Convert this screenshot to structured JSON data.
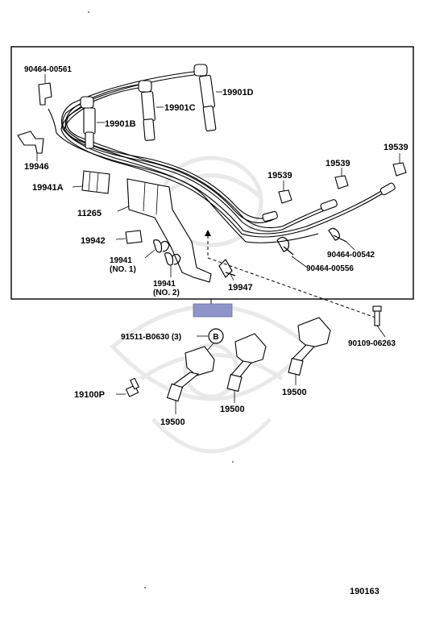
{
  "labels": {
    "p90464_00561": "90464-00561",
    "p19901D": "19901D",
    "p19901C": "19901C",
    "p19901B": "19901B",
    "p19946": "19946",
    "p19941A": "19941A",
    "p11265": "11265",
    "p19942": "19942",
    "p19941_no1": "19941",
    "p19941_no1_sub": "(NO. 1)",
    "p19941_no2": "19941",
    "p19941_no2_sub": "(NO. 2)",
    "p19947": "19947",
    "p19539_a": "19539",
    "p19539_b": "19539",
    "p19539_c": "19539",
    "p90464_00542": "90464-00542",
    "p90464_00556": "90464-00556",
    "p90109_06263": "90109-06263",
    "p91511_B0630": "91511-B0630 (3)",
    "callout_B": "B",
    "p19100P": "19100P",
    "p19500_a": "19500",
    "p19500_b": "19500",
    "p19500_c": "19500",
    "diagram_number": "190163"
  },
  "colors": {
    "line": "#000000",
    "background": "#ffffff",
    "highlight": "#8f94c9",
    "watermark": "#d8d8d8"
  },
  "icons": {
    "watermark": "toyota-samurai-watermark-icon"
  }
}
